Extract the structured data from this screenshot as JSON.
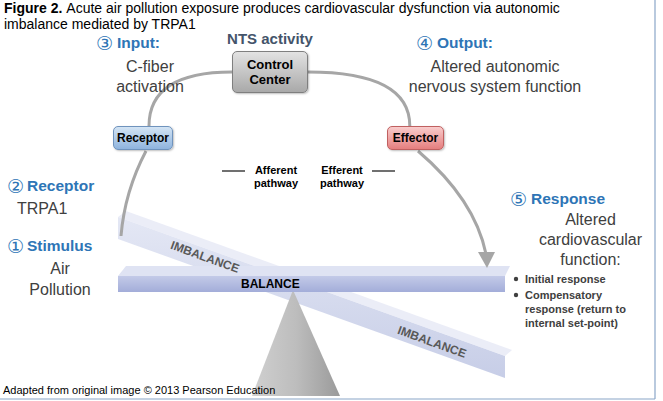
{
  "diagram": {
    "title": "Acute air pollution exposure produces cardiovascular dysfunction via autonomic imbalance mediated by TRPA1",
    "caption": "Adapted from original image © 2013 Pearson Education",
    "nodes": [
      {
        "text": [
          "Control Center"
        ]
      },
      {
        "text": [
          "Receptor"
        ]
      },
      {
        "text": [
          "Effector"
        ]
      }
    ],
    "edges": [
      {
        "from": 1,
        "to": 0,
        "arrow": "none",
        "label": "Afferent pathway"
      },
      {
        "from": 0,
        "to": 2,
        "arrow": "none",
        "label": "Efferent pathway"
      }
    ],
    "labels": [
      "Figure 2.",
      "NTS activity",
      "③",
      "Input:",
      "C-fiber activation",
      "④",
      "Output:",
      "Altered autonomic nervous system function",
      "②",
      "Receptor",
      "TRPA1",
      "①",
      "Stimulus",
      "Air Pollution",
      "IMBALANCE",
      "BALANCE",
      "⑤",
      "Response",
      "Altered cardiovascular function:",
      "Initial response",
      "Compensatory response (return to internal set-point)",
      "IMBALANCE"
    ]
  }
}
